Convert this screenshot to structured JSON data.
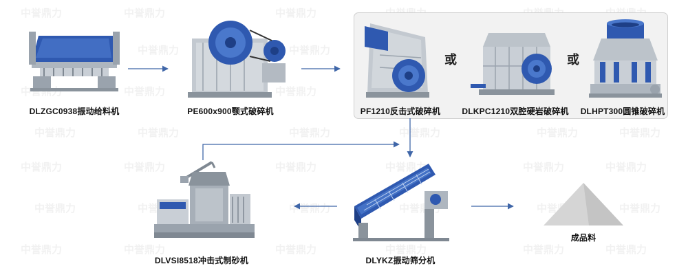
{
  "watermark": "中誉鼎力",
  "connector_word": "或",
  "colors": {
    "arrow": "#3f66a8",
    "machine_blue": "#2f59b0",
    "machine_grey": "#b7bec6",
    "panel_bg": "#f2f2f2",
    "panel_border": "#cfcfcf"
  },
  "nodes": {
    "feeder": {
      "label": "DLZGC0938振动给料机",
      "icon": "vibrating-feeder"
    },
    "jaw": {
      "label": "PE600x900颚式破碎机",
      "icon": "jaw-crusher"
    },
    "impact": {
      "label": "PF1210反击式破碎机",
      "icon": "impact-crusher"
    },
    "hard_rock": {
      "label": "DLKPC1210双腔硬岩破碎机",
      "icon": "double-cavity-crusher"
    },
    "cone": {
      "label": "DLHPT300圆锥破碎机",
      "icon": "cone-crusher"
    },
    "screen": {
      "label": "DLYKZ振动筛分机",
      "icon": "vibrating-screen"
    },
    "sand_maker": {
      "label": "DLVSI8518冲击式制砂机",
      "icon": "vsi-sand-maker"
    },
    "product": {
      "label": "成品料",
      "icon": "stockpile"
    }
  }
}
